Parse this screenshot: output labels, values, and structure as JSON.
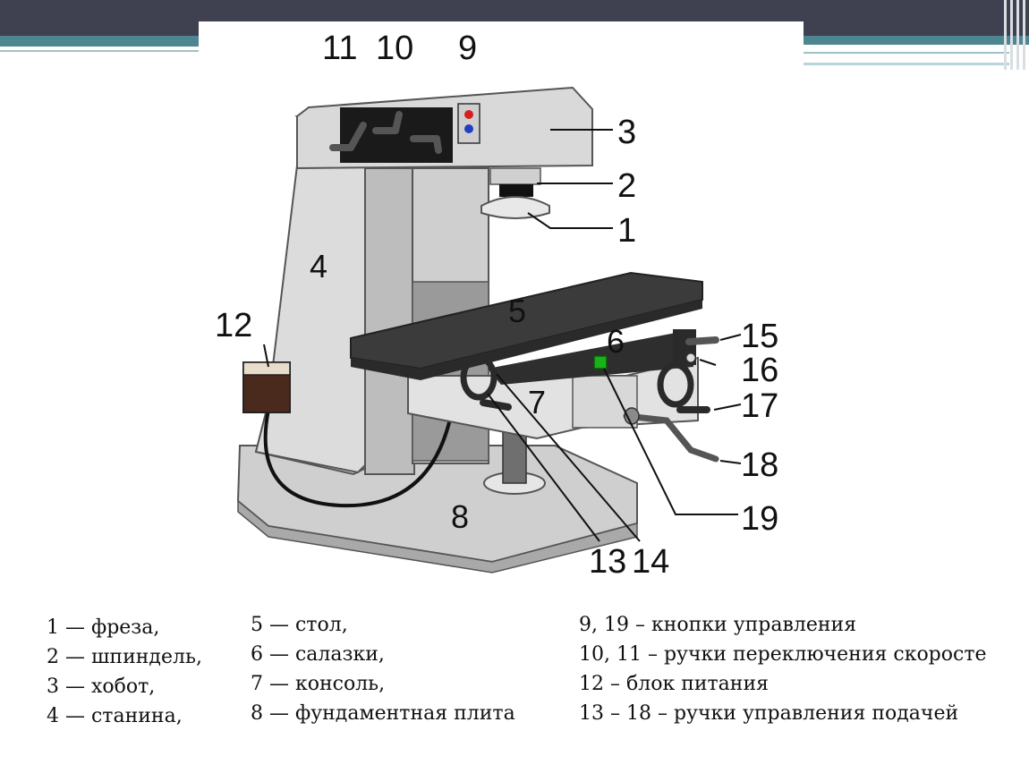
{
  "callouts": {
    "c1": "1",
    "c2": "2",
    "c3": "3",
    "c4": "4",
    "c5": "5",
    "c6": "6",
    "c7": "7",
    "c8": "8",
    "c9": "9",
    "c10": "10",
    "c11": "11",
    "c12": "12",
    "c13": "13",
    "c14": "14",
    "c15": "15",
    "c16": "16",
    "c17": "17",
    "c18": "18",
    "c19": "19"
  },
  "legend": {
    "col1": [
      "1 — фреза,",
      "2 — шпиндель,",
      "3 — хобот,",
      "4 — станина,"
    ],
    "col2": [
      "5 — стол,",
      "6 — салазки,",
      "7 — консоль,",
      "8 — фундаментная плита"
    ],
    "col3": [
      "9, 19 – кнопки управления",
      "10, 11 – ручки переключения скоросте",
      "12 – блок питания",
      "13 – 18 – ручки управления подачей"
    ]
  },
  "colors": {
    "header_dark": "#3f4150",
    "header_teal": "#4d8590",
    "machine_body": "#d9d9d9",
    "machine_shadow": "#a6a6a6",
    "table_top": "#3b3b3b",
    "power_box": "#4a2a1c",
    "button_red": "#d62020",
    "button_blue": "#2040c0",
    "button_green": "#19b219"
  }
}
